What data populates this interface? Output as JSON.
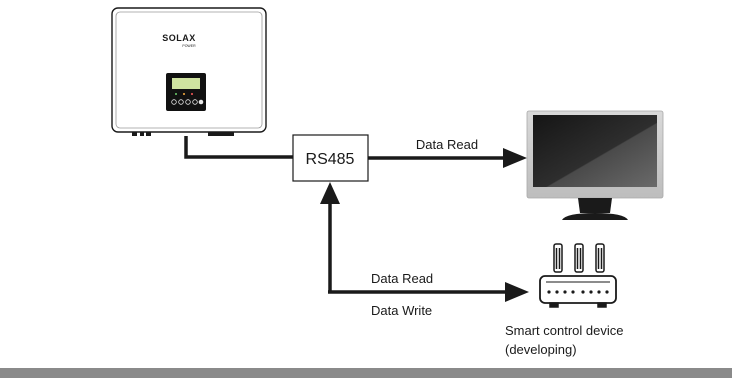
{
  "inverter": {
    "brand": "SOLAX",
    "sub_brand": "POWER"
  },
  "rs485": {
    "label": "RS485"
  },
  "connections": {
    "to_monitor_label": "Data Read",
    "to_device_read_label": "Data Read",
    "to_device_write_label": "Data Write"
  },
  "smart_device": {
    "caption_line1": "Smart control device",
    "caption_line2": "(developing)"
  },
  "colors": {
    "line": "#1a1a1a",
    "monitor_screen": "#2b2b2b",
    "bottom_bar": "#8a8a8a"
  }
}
